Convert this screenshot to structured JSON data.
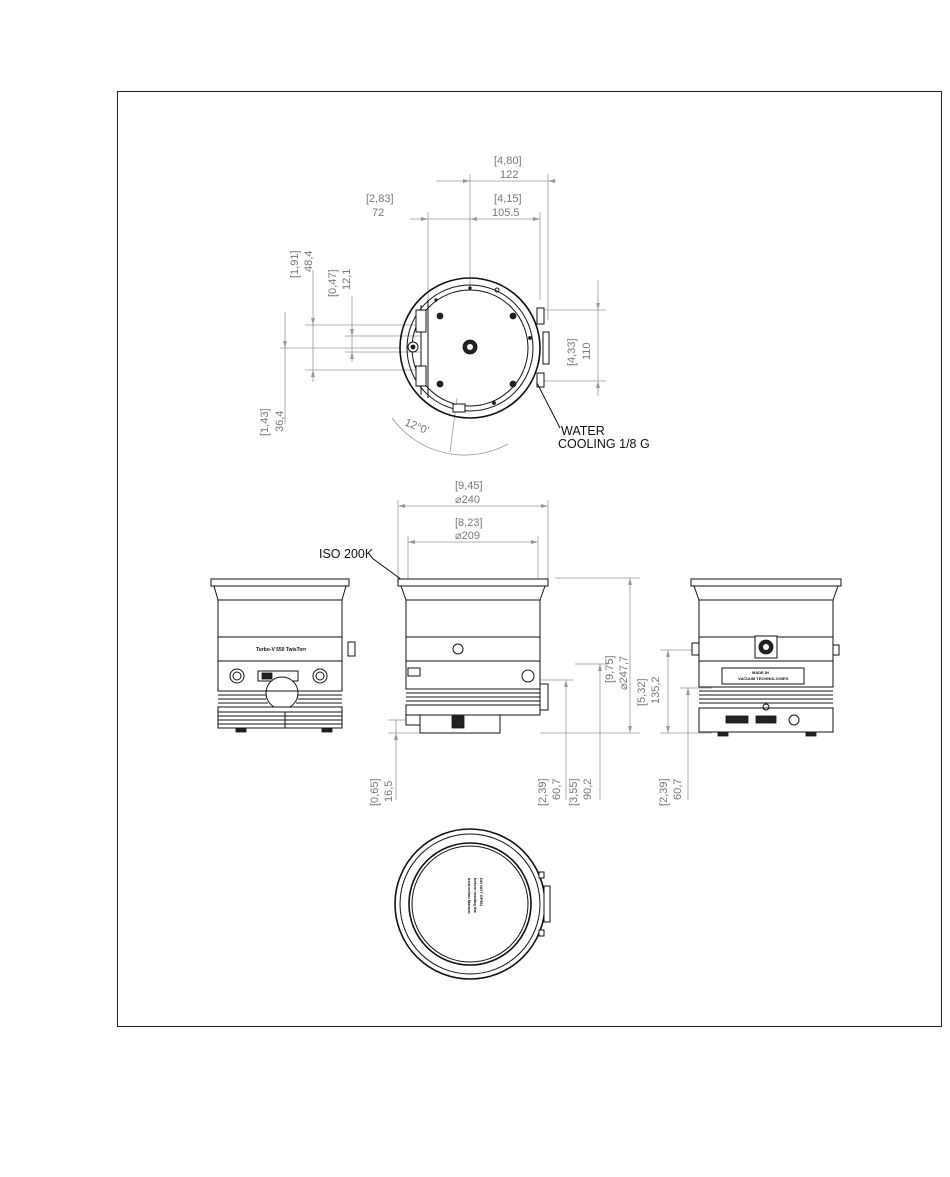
{
  "top_view": {
    "dims": {
      "d480_in": "[4,80]",
      "d480_mm": "122",
      "d283_in": "[2,83]",
      "d283_mm": "72",
      "d415_in": "[4,15]",
      "d415_mm": "105.5",
      "d191_in": "[1,91]",
      "d191_mm": "48,4",
      "d047_in": "[0,47]",
      "d047_mm": "12,1",
      "d143_in": "[1,43]",
      "d143_mm": "36,4",
      "d433_in": "[4,33]",
      "d433_mm": "110",
      "angle": "12°0'"
    },
    "water_line1": "WATER",
    "water_line2": "COOLING 1/8 G"
  },
  "side_views": {
    "dims": {
      "d945_in": "[9,45]",
      "d945_mm": "⌀240",
      "d823_in": "[8,23]",
      "d823_mm": "⌀209",
      "d975_in": "[9,75]",
      "d975_mm": "⌀247,7",
      "d065_in": "[0,65]",
      "d065_mm": "16,5",
      "d239a_in": "[2,39]",
      "d239a_mm": "60,7",
      "d355_in": "[3,55]",
      "d355_mm": "90,2",
      "d532_in": "[5,32]",
      "d532_mm": "135,2",
      "d239b_in": "[2,39]",
      "d239b_mm": "60,7"
    },
    "iso_label": "ISO 200K",
    "left_label": "Turbo-V 550 TwisTorr",
    "plate_line1": "MADE IN",
    "plate_line2": "VACUUM TECHNOLOGIES"
  },
  "bottom_view": {
    "warn1": "DO NOT OPEN",
    "warn2": "before reading the",
    "warn3": "instruction Manual"
  }
}
